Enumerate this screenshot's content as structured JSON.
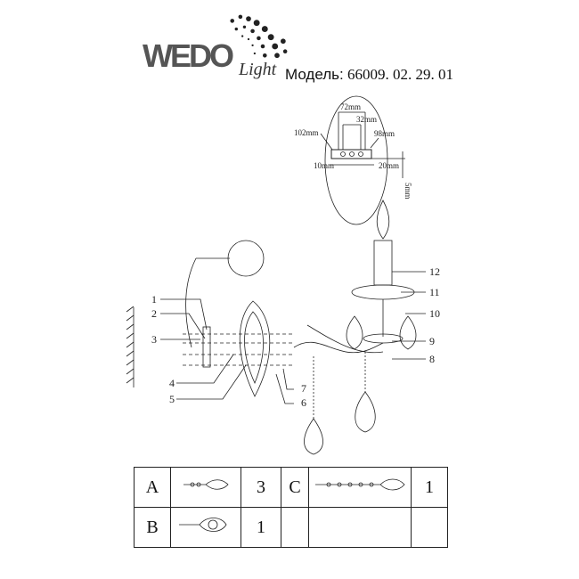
{
  "brand": {
    "logo": "WEDO",
    "logo_sub": "Light"
  },
  "model": {
    "label": "Модель:",
    "number": "66009. 02. 29. 01"
  },
  "dimensions": [
    "72mm",
    "32mm",
    "102mm",
    "98mm",
    "10mm",
    "20mm",
    "5mm"
  ],
  "callouts": [
    "1",
    "2",
    "3",
    "4",
    "5",
    "6",
    "7",
    "8",
    "9",
    "10",
    "11",
    "12"
  ],
  "parts_table": [
    {
      "letter": "A",
      "qty": "3"
    },
    {
      "letter": "B",
      "qty": "1"
    },
    {
      "letter": "C",
      "qty": "1"
    }
  ]
}
